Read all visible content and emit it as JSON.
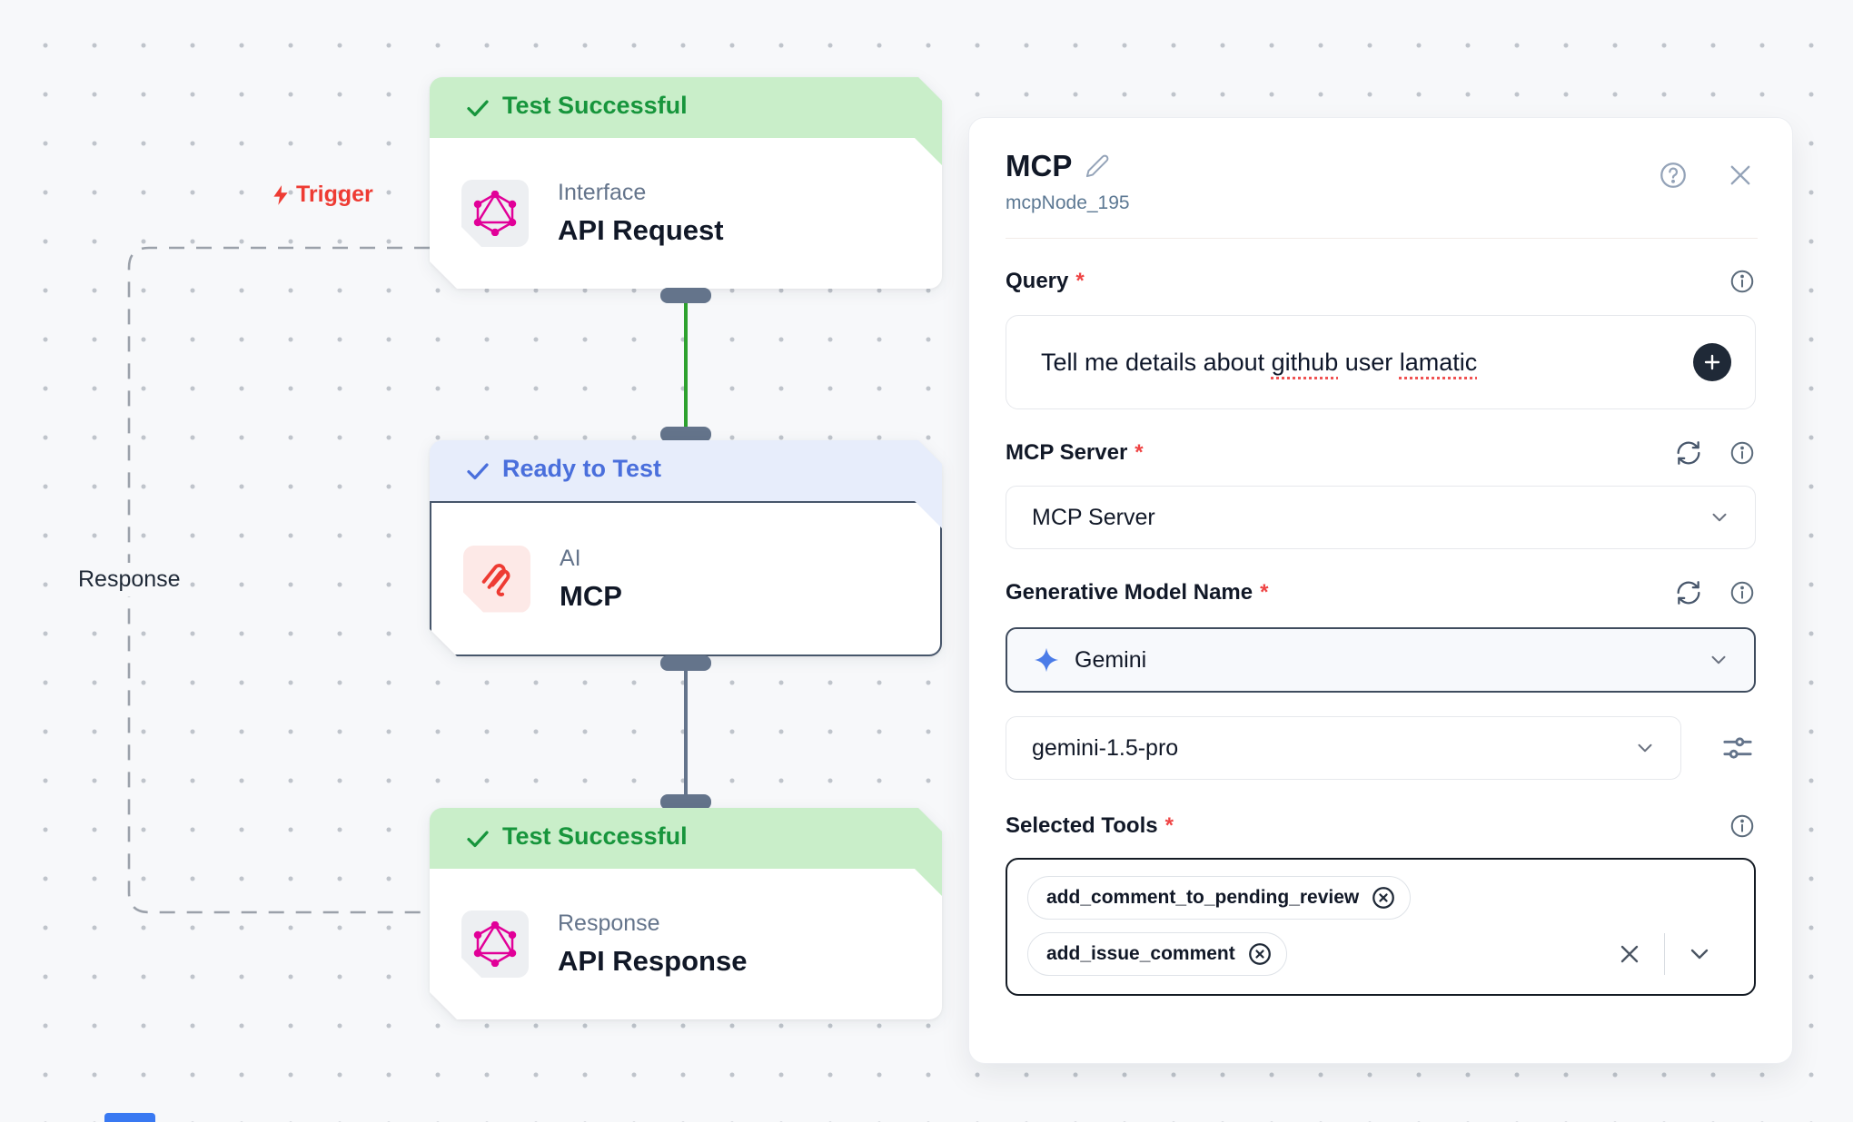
{
  "colors": {
    "success_bg": "#c9eec9",
    "success_text": "#17953c",
    "ready_bg": "#e7edfb",
    "ready_text": "#4a6fdc",
    "trigger_red": "#ee3b33",
    "green_edge": "#2da12e",
    "slate_edge": "#64748b",
    "graphql_pink": "#e10098",
    "mcp_red": "#ee3b33",
    "gemini_blue": "#4b7ce8"
  },
  "canvas": {
    "edge_labels": {
      "trigger": "Trigger",
      "response": "Response"
    },
    "nodes": [
      {
        "status": "Test Successful",
        "type": "Interface",
        "name": "API Request"
      },
      {
        "status": "Ready to Test",
        "type": "AI",
        "name": "MCP"
      },
      {
        "status": "Test Successful",
        "type": "Response",
        "name": "API Response"
      }
    ]
  },
  "panel": {
    "title": "MCP",
    "node_id": "mcpNode_195",
    "required_marker": "*",
    "query": {
      "label": "Query",
      "text_before": "Tell me details about ",
      "word_github": "github",
      "text_middle": " user ",
      "word_lamatic": "lamatic"
    },
    "mcp_server": {
      "label": "MCP Server",
      "value": "MCP Server"
    },
    "generative_model": {
      "label": "Generative Model Name",
      "provider": "Gemini",
      "model": "gemini-1.5-pro"
    },
    "selected_tools": {
      "label": "Selected Tools",
      "tags": [
        "add_comment_to_pending_review",
        "add_issue_comment"
      ]
    }
  }
}
